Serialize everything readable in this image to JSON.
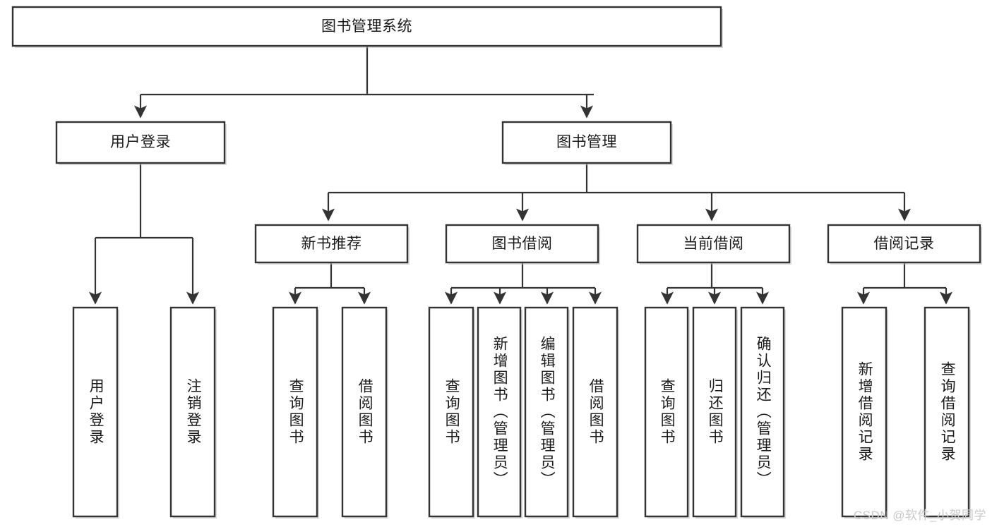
{
  "diagram": {
    "type": "tree-hierarchy",
    "title": "图书管理系统",
    "watermark": "CSDN @软件_小贺同学",
    "colors": {
      "box_stroke": "#333333",
      "box_fill": "#ffffff",
      "text": "#1a1a1a",
      "background": "#ffffff",
      "watermark": "#c9c9c9"
    },
    "levels": {
      "level0": [
        {
          "id": "root",
          "label": "图书管理系统"
        }
      ],
      "level1": [
        {
          "id": "user-login",
          "label": "用户登录",
          "parent": "root"
        },
        {
          "id": "book-manage",
          "label": "图书管理",
          "parent": "root"
        }
      ],
      "level2": [
        {
          "id": "new-book-rec",
          "label": "新书推荐",
          "parent": "book-manage"
        },
        {
          "id": "book-borrow",
          "label": "图书借阅",
          "parent": "book-manage"
        },
        {
          "id": "current-borrow",
          "label": "当前借阅",
          "parent": "book-manage"
        },
        {
          "id": "borrow-record",
          "label": "借阅记录",
          "parent": "book-manage"
        }
      ],
      "leaves": [
        {
          "id": "leaf-user-login",
          "label": "用户登录",
          "parent": "user-login"
        },
        {
          "id": "leaf-logout",
          "label": "注销登录",
          "parent": "user-login"
        },
        {
          "id": "leaf-query-book-1",
          "label": "查询图书",
          "parent": "new-book-rec"
        },
        {
          "id": "leaf-borrow-book-1",
          "label": "借阅图书",
          "parent": "new-book-rec"
        },
        {
          "id": "leaf-query-book-2",
          "label": "查询图书",
          "parent": "book-borrow"
        },
        {
          "id": "leaf-add-book",
          "label": "新增图书（管理员）",
          "parent": "book-borrow"
        },
        {
          "id": "leaf-edit-book",
          "label": "编辑图书（管理员）",
          "parent": "book-borrow"
        },
        {
          "id": "leaf-borrow-book-2",
          "label": "借阅图书",
          "parent": "book-borrow"
        },
        {
          "id": "leaf-query-book-3",
          "label": "查询图书",
          "parent": "current-borrow"
        },
        {
          "id": "leaf-return-book",
          "label": "归还图书",
          "parent": "current-borrow"
        },
        {
          "id": "leaf-confirm-return",
          "label": "确认归还（管理员）",
          "parent": "current-borrow"
        },
        {
          "id": "leaf-add-record",
          "label": "新增借阅记录",
          "parent": "borrow-record"
        },
        {
          "id": "leaf-query-record",
          "label": "查询借阅记录",
          "parent": "borrow-record"
        }
      ]
    }
  }
}
